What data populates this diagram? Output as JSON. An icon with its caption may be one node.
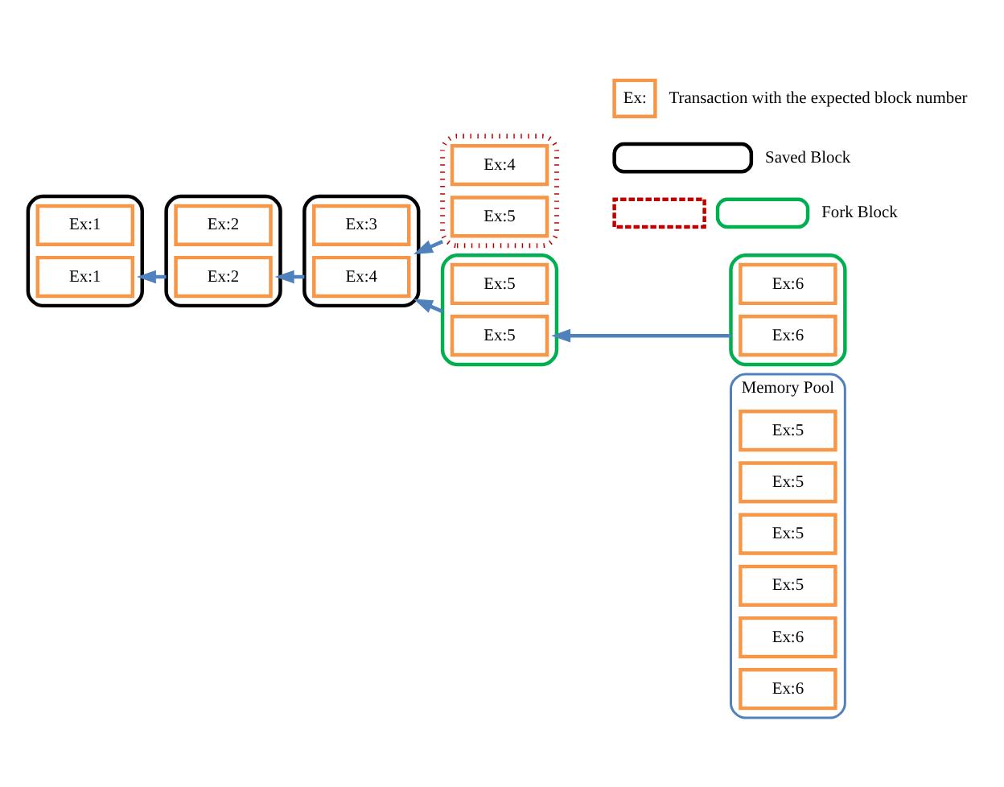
{
  "diagram": {
    "nodes": [
      {
        "text": [
          "Memory Pool"
        ]
      },
      {
        "text": [
          "Ex:5"
        ],
        "in": 0
      },
      {
        "text": [
          "Ex:5"
        ],
        "in": 0
      },
      {
        "text": [
          "Ex:5"
        ],
        "in": 0
      },
      {
        "text": [
          "Ex:5"
        ],
        "in": 0
      },
      {
        "text": [
          "Ex:6"
        ],
        "in": 0
      },
      {
        "text": [
          "Ex:6"
        ],
        "in": 0
      },
      {
        "text": [],
        "shape": "box"
      },
      {
        "text": [
          "Ex:5"
        ],
        "in": 7
      },
      {
        "text": [
          "Ex:5"
        ],
        "in": 7
      },
      {
        "text": [],
        "shape": "box"
      },
      {
        "text": [
          "Ex:6"
        ],
        "in": 10
      },
      {
        "text": [
          "Ex:6"
        ],
        "in": 10
      },
      {
        "text": [],
        "shape": "box"
      },
      {
        "text": [
          "Ex:1"
        ],
        "in": 13
      },
      {
        "text": [
          "Ex:1"
        ],
        "in": 13
      },
      {
        "text": [],
        "shape": "box"
      },
      {
        "text": [
          "Ex:2"
        ],
        "in": 16
      },
      {
        "text": [
          "Ex:2"
        ],
        "in": 16
      },
      {
        "text": [],
        "shape": "box"
      },
      {
        "text": [
          "Ex:3"
        ],
        "in": 19
      },
      {
        "text": [
          "Ex:4"
        ],
        "in": 19
      },
      {
        "text": [],
        "shape": "box"
      },
      {
        "text": [
          "Ex:4"
        ],
        "in": 22
      },
      {
        "text": [
          "Ex:5"
        ],
        "in": 22
      }
    ],
    "edges": [
      {
        "from": 10,
        "to": 7,
        "arrow": "to"
      },
      {
        "from": 7,
        "to": 19,
        "arrow": "to"
      },
      {
        "from": 22,
        "to": 19,
        "arrow": "to"
      },
      {
        "from": 19,
        "to": 16,
        "arrow": "to"
      },
      {
        "from": 16,
        "to": 13,
        "arrow": "to"
      }
    ],
    "labels": [
      "Ex:"
    ],
    "legend": [
      {
        "text": "Transaction with the expected block number"
      },
      {
        "text": "Saved Block"
      },
      {
        "text": "Fork Block"
      }
    ]
  }
}
